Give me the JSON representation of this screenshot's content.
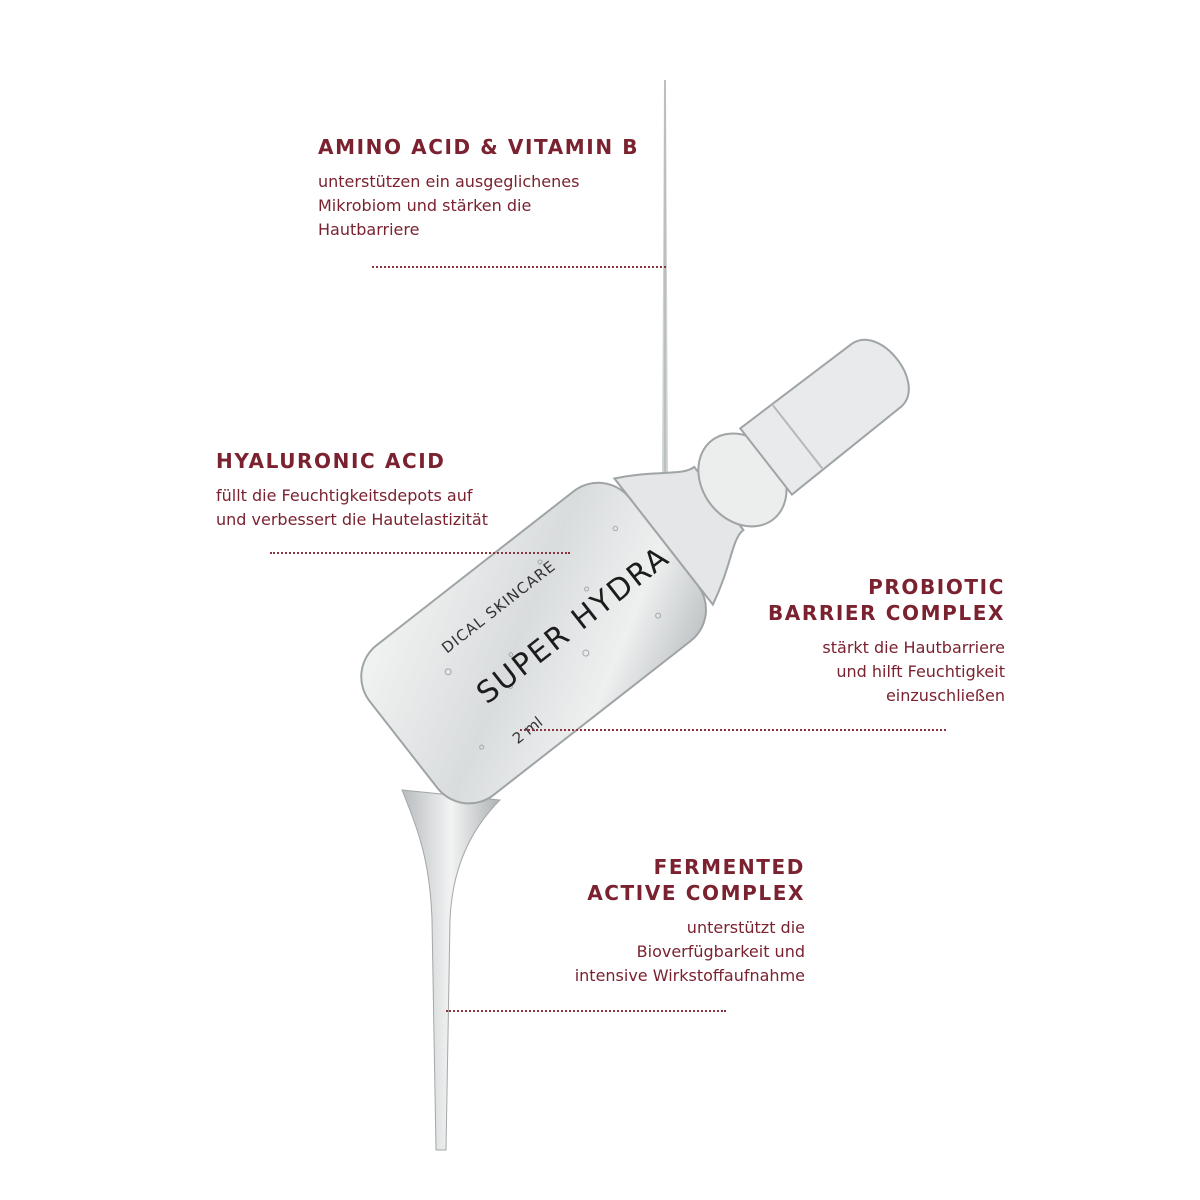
{
  "product": {
    "ampoule_label": "SUPER HYDRA",
    "ampoule_brand": "DICAL SKINCARE",
    "ampoule_volume": "2 ml"
  },
  "ingredients": [
    {
      "title": "AMINO ACID & VITAMIN B",
      "lines": [
        "unterstützen ein ausgeglichenes",
        "Mikrobiom und stärken die",
        "Hautbarriere"
      ]
    },
    {
      "title": "HYALURONIC ACID",
      "lines": [
        "füllt die Feuchtigkeitsdepots auf",
        "und verbessert die Hautelastizität"
      ]
    },
    {
      "title_lines": [
        "PROBIOTIC",
        "BARRIER COMPLEX"
      ],
      "lines": [
        "stärkt die Hautbarriere",
        "und hilft Feuchtigkeit",
        "einzuschließen"
      ]
    },
    {
      "title_lines": [
        "FERMENTED",
        "ACTIVE COMPLEX"
      ],
      "lines": [
        "unterstützt die",
        "Bioverfügbarkeit und",
        "intensive Wirkstoffaufnahme"
      ]
    }
  ],
  "colors": {
    "accent": "#7a2230",
    "background": "#ffffff",
    "glass": "#d8dadb"
  }
}
